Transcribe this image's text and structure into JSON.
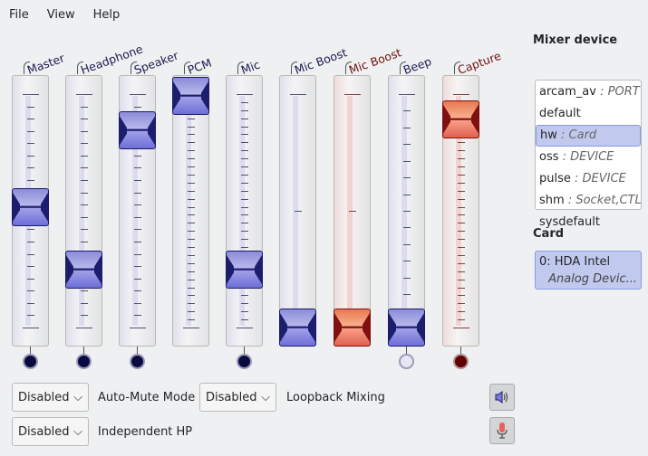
{
  "menu": [
    "File",
    "View",
    "Help"
  ],
  "controls": [
    {
      "label": "Master",
      "color": "blue",
      "level": 0.52,
      "ticks": 20,
      "switch": "on"
    },
    {
      "label": "Headphone",
      "color": "blue",
      "level": 0.25,
      "ticks": 20,
      "switch": "on"
    },
    {
      "label": "Speaker",
      "color": "blue",
      "level": 0.85,
      "ticks": 20,
      "switch": "on"
    },
    {
      "label": "PCM",
      "color": "blue",
      "level": 1.0,
      "ticks": 30,
      "switch": "none"
    },
    {
      "label": "Mic",
      "color": "blue",
      "level": 0.25,
      "ticks": 30,
      "switch": "on"
    },
    {
      "label": "Mic Boost",
      "color": "blue",
      "level": 0,
      "ticks": 3,
      "switch": "none"
    },
    {
      "label": "Mic Boost",
      "color": "red",
      "level": 0,
      "ticks": 3,
      "switch": "none"
    },
    {
      "label": "Beep",
      "color": "blue",
      "level": 0,
      "ticks": 15,
      "switch": "off"
    },
    {
      "label": "Capture",
      "color": "red",
      "level": 0.9,
      "ticks": 30,
      "switch": "red"
    }
  ],
  "enums": [
    {
      "value": "Disabled",
      "label": "Auto-Mute Mode"
    },
    {
      "value": "Disabled",
      "label": "Loopback Mixing"
    },
    {
      "value": "Disabled",
      "label": "Independent HP"
    }
  ],
  "mixer_device": {
    "heading": "Mixer device",
    "items": [
      {
        "name": "arcam_av",
        "type": ": PORT"
      },
      {
        "name": "default",
        "type": ""
      },
      {
        "name": "hw",
        "type": ": Card",
        "selected": true
      },
      {
        "name": "oss",
        "type": ": DEVICE"
      },
      {
        "name": "pulse",
        "type": ": DEVICE"
      },
      {
        "name": "shm",
        "type": ": Socket,CTL"
      },
      {
        "name": "sysdefault",
        "type": ""
      }
    ]
  },
  "card": {
    "heading": "Card",
    "line1": "0:  HDA Intel",
    "line2": "Analog Devic..."
  },
  "icons": {
    "playback": "speaker-icon",
    "capture": "microphone-icon"
  }
}
